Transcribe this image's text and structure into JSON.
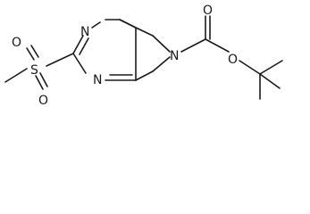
{
  "molecule": {
    "atoms": {
      "n_ring_top": "N",
      "n_ring_bottom": "N",
      "n_pyrroline": "N",
      "sulfur": "S",
      "o_sulfonyl_top": "O",
      "o_sulfonyl_bottom": "O",
      "o_carbonyl": "O",
      "o_ester": "O"
    }
  }
}
